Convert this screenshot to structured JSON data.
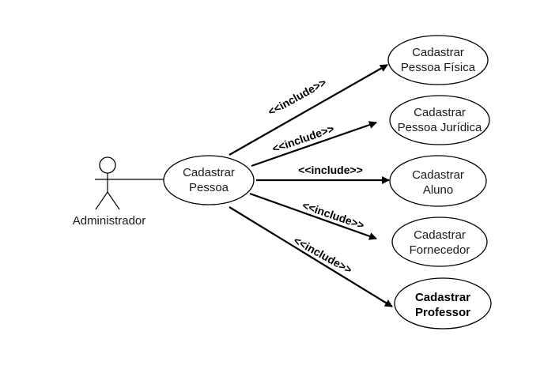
{
  "actor": {
    "label": "Administrador"
  },
  "base_use_case": {
    "line1": "Cadastrar",
    "line2": "Pessoa"
  },
  "relation_label": "<<include>>",
  "use_cases": [
    {
      "line1": "Cadastrar",
      "line2": "Pessoa Física"
    },
    {
      "line1": "Cadastrar",
      "line2": "Pessoa Jurídica"
    },
    {
      "line1": "Cadastrar",
      "line2": "Aluno"
    },
    {
      "line1": "Cadastrar",
      "line2": "Fornecedor"
    },
    {
      "line1": "Cadastrar",
      "line2": "Professor"
    }
  ],
  "colors": {
    "stroke": "#000000",
    "fill": "#ffffff",
    "text": "#1a1a1a"
  }
}
